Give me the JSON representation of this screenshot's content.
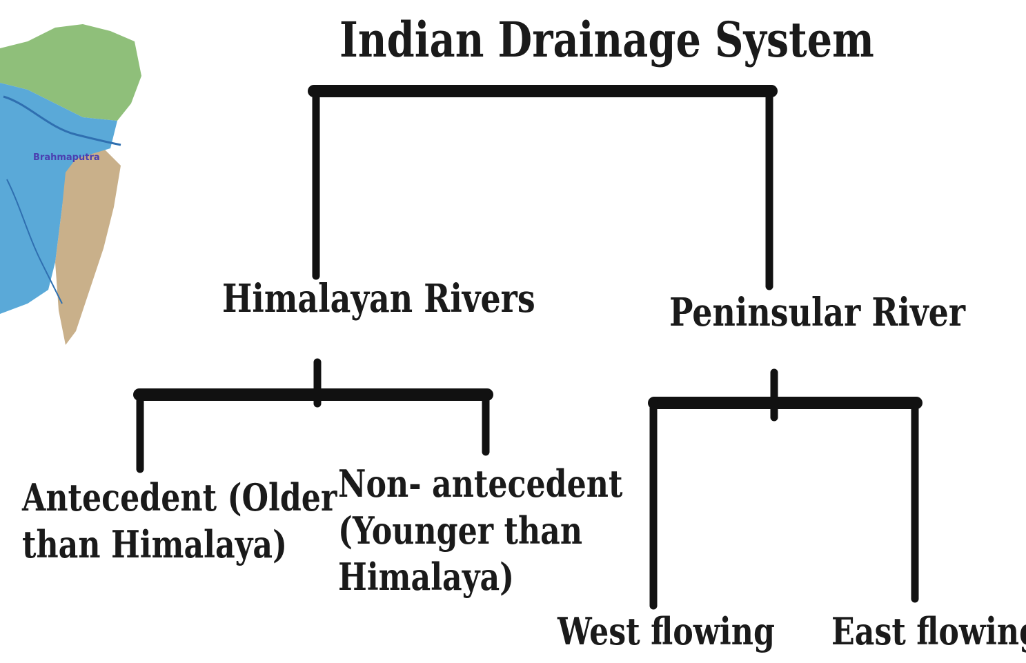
{
  "diagram": {
    "title": "Indian Drainage System",
    "branches": {
      "himalayan": {
        "label": "Himalayan Rivers",
        "children": {
          "antecedent": {
            "line1": "Antecedent (Older",
            "line2": "than Himalaya)"
          },
          "non_antecedent": {
            "line1": "Non- antecedent",
            "line2": "(Younger than",
            "line3": "Himalaya)"
          }
        }
      },
      "peninsular": {
        "label": "Peninsular River",
        "children": {
          "west": {
            "label": "West flowing"
          },
          "east": {
            "label": "East flowing"
          }
        }
      }
    }
  },
  "map": {
    "label": "Brahmaputra",
    "colors": {
      "water": "#5aa9d8",
      "land_green": "#8fbf7a",
      "land_tan": "#c9b08a"
    }
  },
  "colors": {
    "connector": "#111111",
    "text": "#1a1a1a"
  }
}
